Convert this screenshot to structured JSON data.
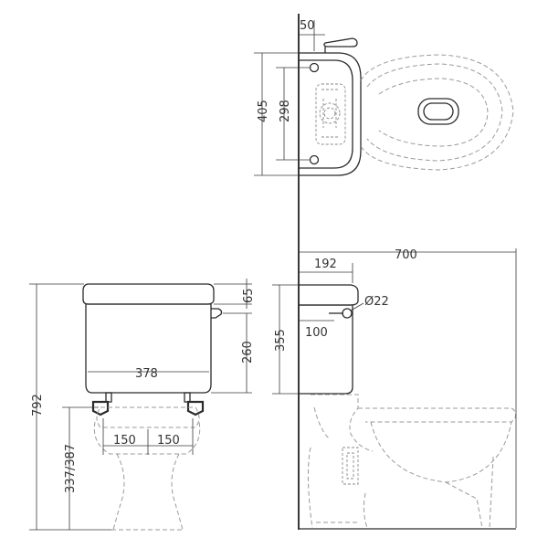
{
  "dimensions": {
    "cistern_offset_top": "50",
    "plan_depth_outer": "405",
    "plan_depth_inner": "298",
    "overall_projection": "700",
    "inlet_offset": "192",
    "pipe_diameter": "Ø22",
    "lid_height": "65",
    "side_inlet_height": "355",
    "inlet_drop": "100",
    "lever_height": "260",
    "cistern_width": "378",
    "overall_height": "792",
    "pan_height": "337/387",
    "fixing_left": "150",
    "fixing_right": "150"
  },
  "colors": {
    "line": "#2b2b2b",
    "dash": "#9a9a9a",
    "background": "#ffffff"
  }
}
